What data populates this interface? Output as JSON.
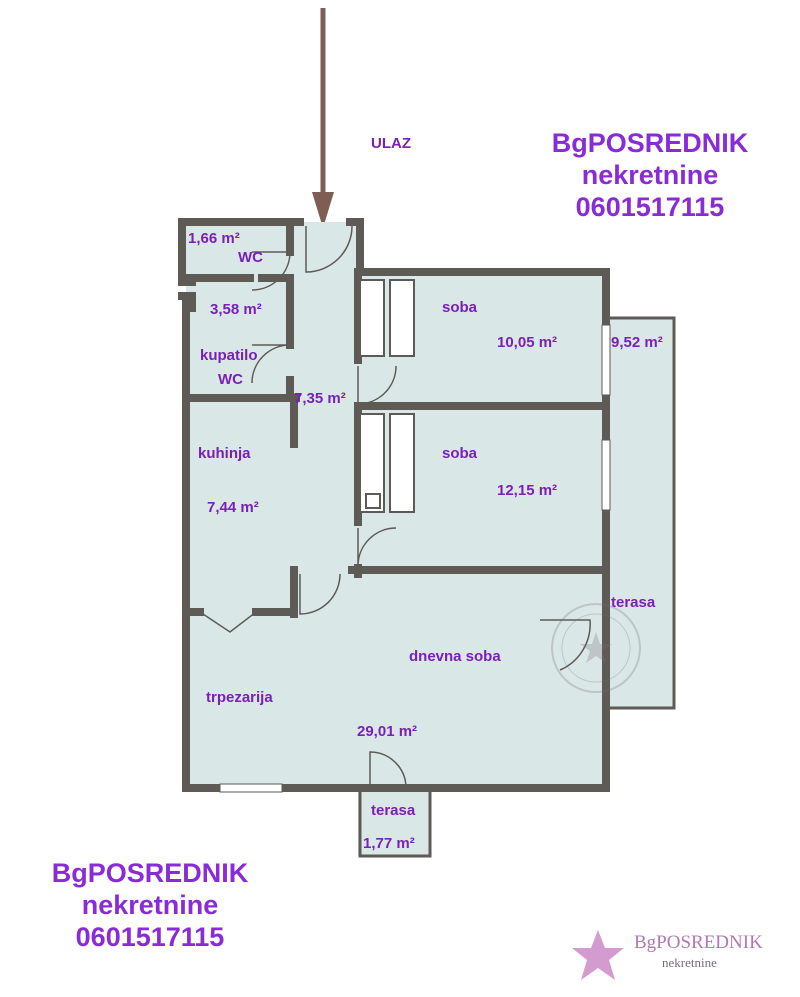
{
  "entry": {
    "label": "ULAZ"
  },
  "rooms": [
    {
      "id": "wc",
      "area": "1,66 m²",
      "name": "WC"
    },
    {
      "id": "bathroom",
      "area": "3,58 m²",
      "name": "kupatilo",
      "name2": "WC"
    },
    {
      "id": "hall",
      "area": "7,35 m²"
    },
    {
      "id": "room1",
      "name": "soba",
      "area": "10,05 m²"
    },
    {
      "id": "room2",
      "name": "soba",
      "area": "12,15 m²"
    },
    {
      "id": "terrace-east",
      "area": "9,52 m²",
      "name": "terasa"
    },
    {
      "id": "kitchen",
      "name": "kuhinja",
      "area": "7,44 m²"
    },
    {
      "id": "living",
      "name": "dnevna soba",
      "name2": "trpezarija",
      "area": "29,01 m²"
    },
    {
      "id": "terrace-south",
      "name": "terasa",
      "area": "1,77 m²"
    }
  ],
  "branding": {
    "name": "BgPOSREDNIK",
    "subtitle": "nekretnine",
    "phone": "0601517115",
    "logo_name": "BgPOSREDNIK",
    "logo_subtitle": "nekretnine",
    "watermark_text": "BgPOSREDNIK",
    "color": "#8a2bd8",
    "logo_star_color": "#d49bd0"
  },
  "colors": {
    "wall": "#5e5a55",
    "floor": "#d9e8e6",
    "label": "#7a1fb8",
    "arrow": "#7e5d53"
  }
}
